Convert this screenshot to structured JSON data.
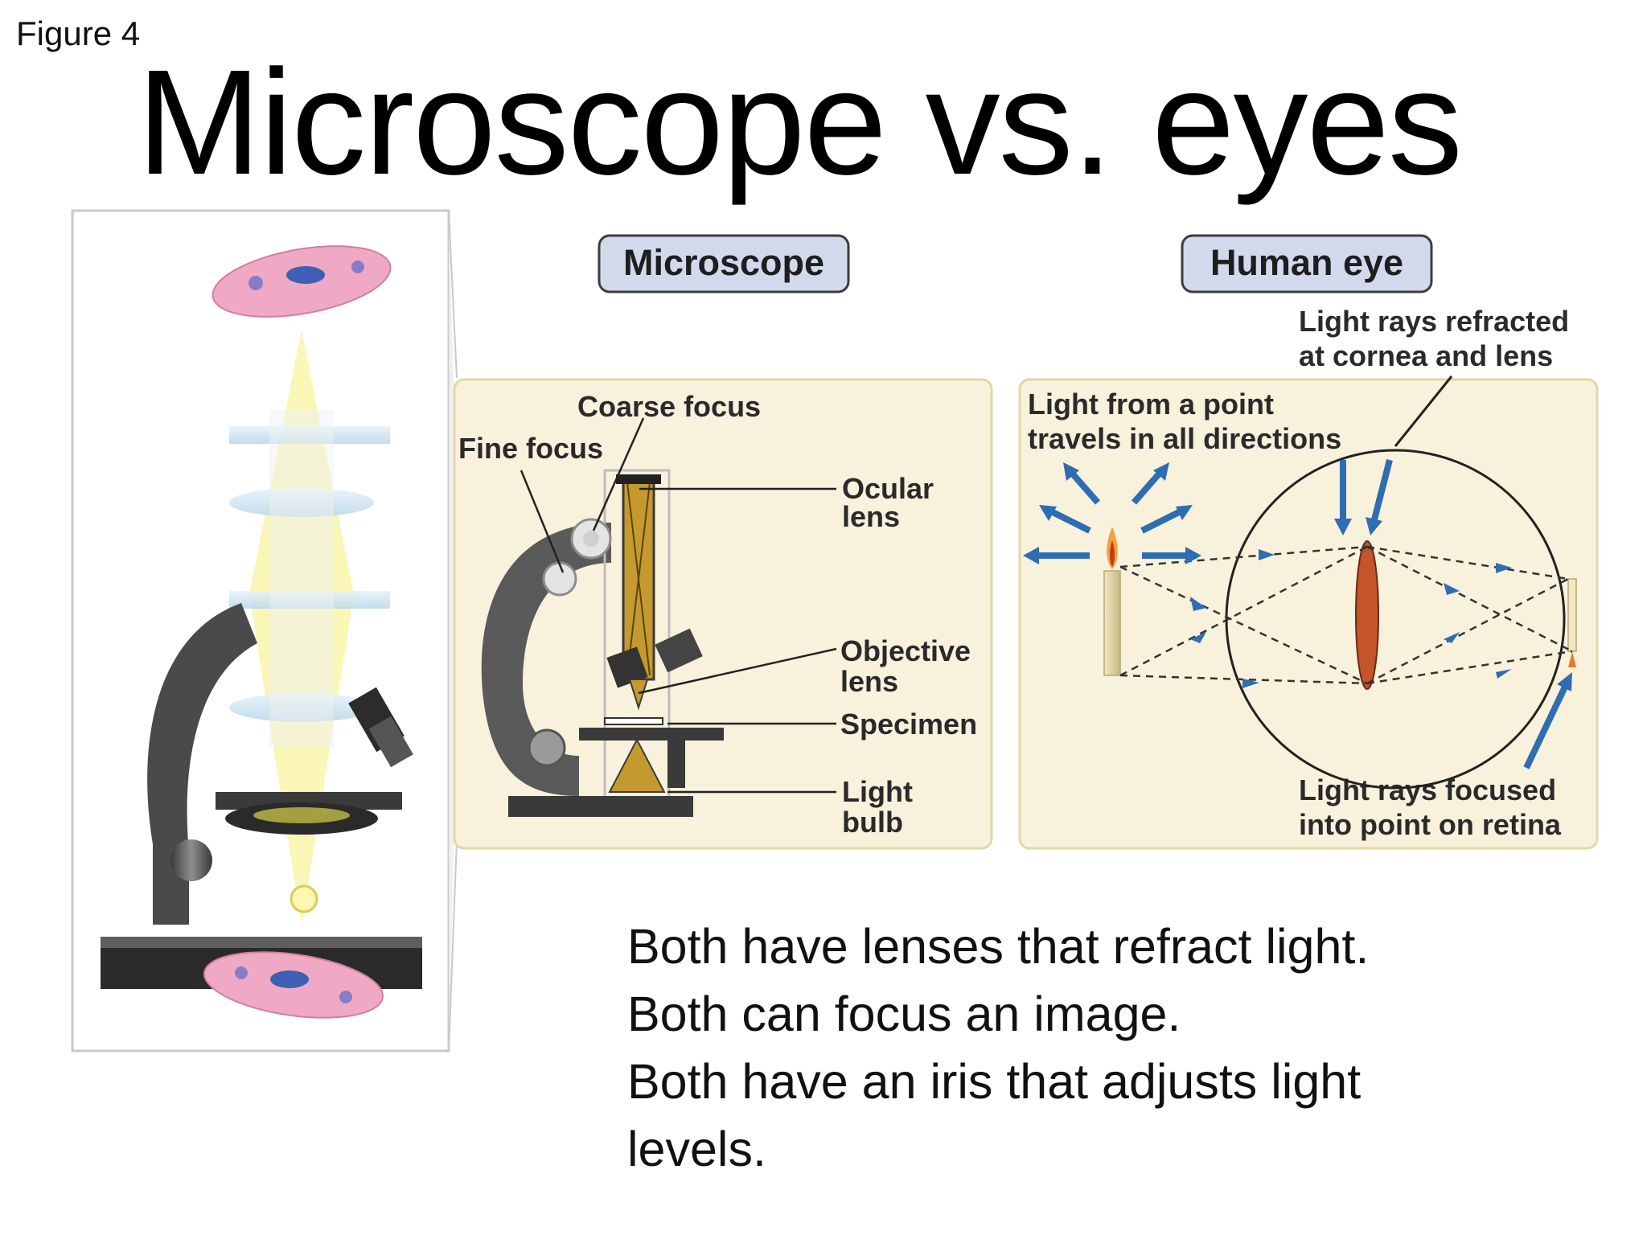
{
  "figure_label": "Figure 4",
  "title": "Microscope vs. eyes",
  "panels": {
    "microscope": {
      "header": "Microscope",
      "labels": {
        "coarse_focus": "Coarse focus",
        "fine_focus": "Fine focus",
        "ocular_lens_1": "Ocular",
        "ocular_lens_2": "lens",
        "objective_lens_1": "Objective",
        "objective_lens_2": "lens",
        "specimen": "Specimen",
        "light_bulb_1": "Light",
        "light_bulb_2": "bulb"
      }
    },
    "human_eye": {
      "header": "Human eye",
      "labels": {
        "refracted_1": "Light rays refracted",
        "refracted_2": "at cornea and lens",
        "point_1": "Light from a point",
        "point_2": "travels in all directions",
        "focused_1": "Light rays focused",
        "focused_2": "into point on retina"
      }
    }
  },
  "caption": [
    "Both have lenses that refract light.",
    "Both can focus an image.",
    "Both have an iris that adjusts light",
    "levels."
  ],
  "colors": {
    "panel_bg": "#f8f1dc",
    "panel_border": "#e3d6a8",
    "pill_bg": "#d3d9ec",
    "arrow_blue": "#2f6db3",
    "lens_orange": "#c4542a",
    "brass": "#c49a2e"
  }
}
